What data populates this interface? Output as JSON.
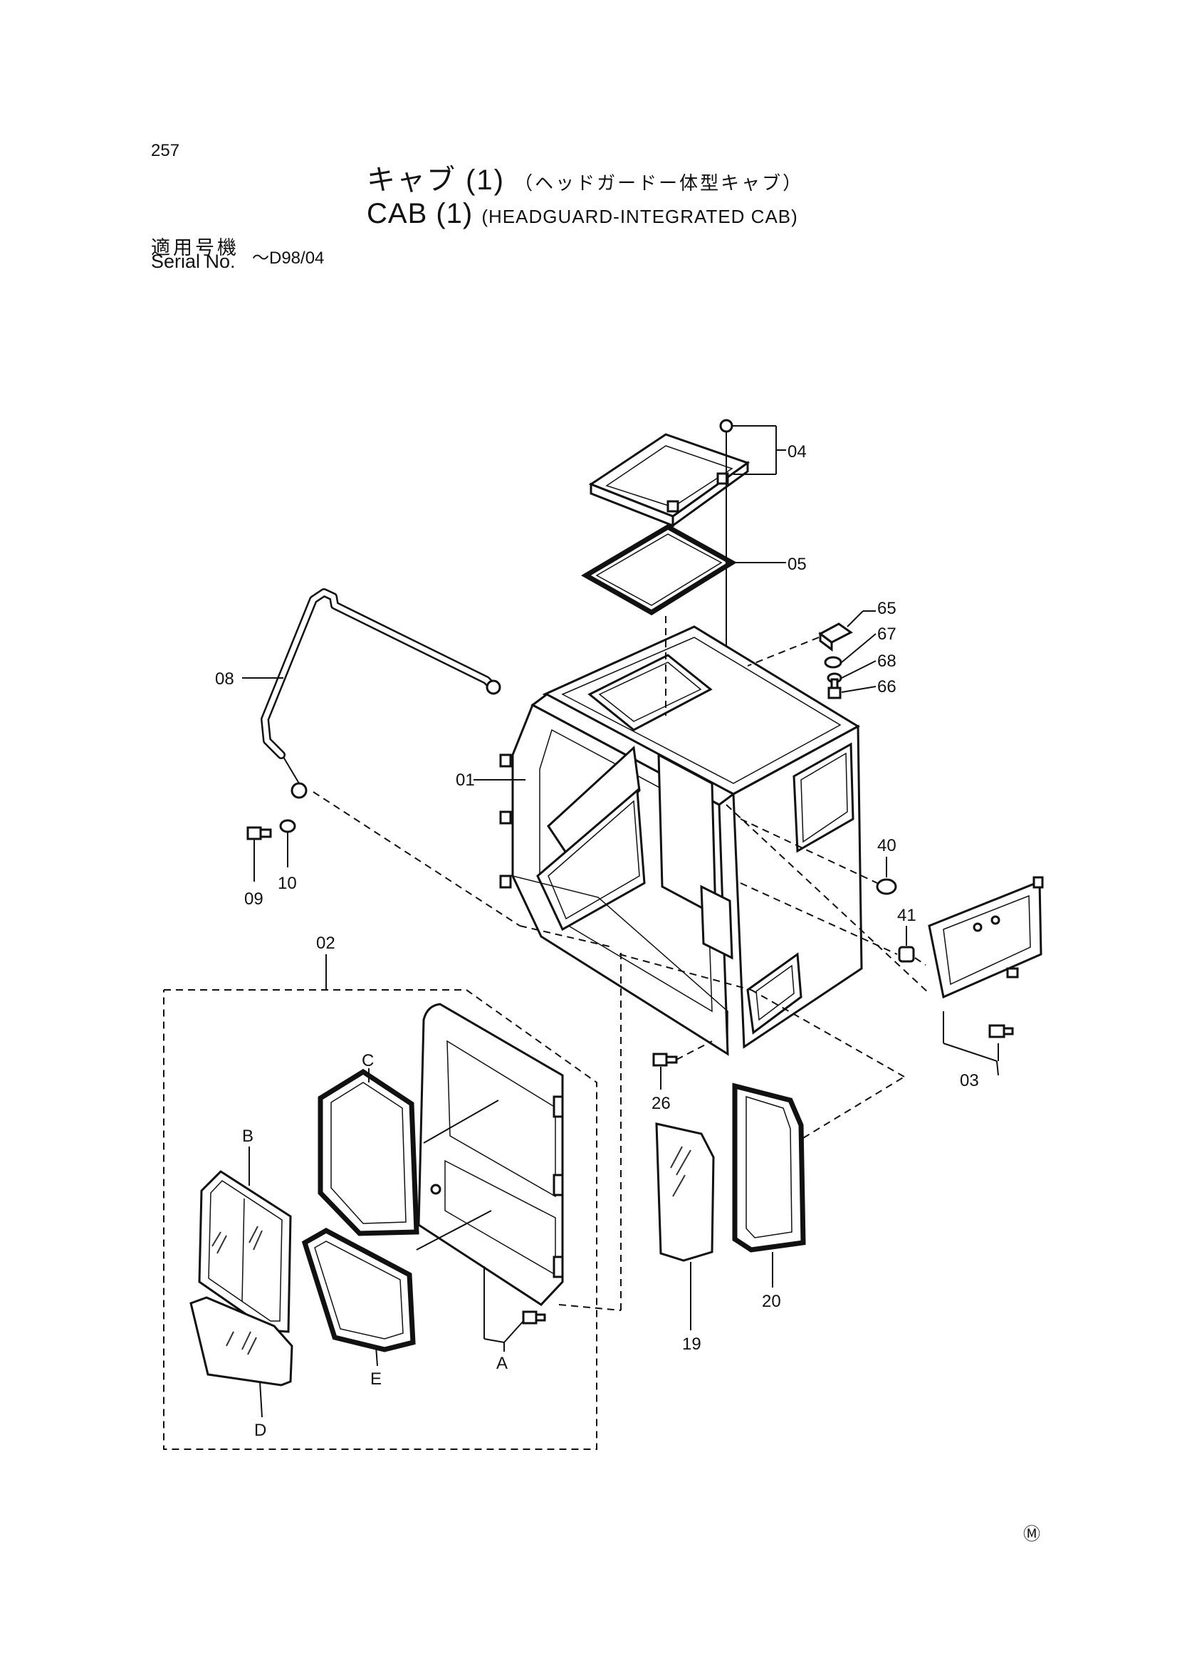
{
  "header": {
    "page_number": "257",
    "title_ja": "キャブ (1)",
    "title_ja_sub": "（ヘッドガードー体型キャブ）",
    "title_en": "CAB (1)",
    "title_en_sub": "(HEADGUARD-INTEGRATED CAB)",
    "serial_label_ja": "適用号機",
    "serial_label_en": "Serial No.",
    "serial_range": "～D98/04"
  },
  "callouts": {
    "p01": "01",
    "p02": "02",
    "p03": "03",
    "p04": "04",
    "p05": "05",
    "p08": "08",
    "p09": "09",
    "p10": "10",
    "p19": "19",
    "p20": "20",
    "p26": "26",
    "p40": "40",
    "p41": "41",
    "p65": "65",
    "p66": "66",
    "p67": "67",
    "p68": "68",
    "a": "A",
    "b": "B",
    "c": "C",
    "d": "D",
    "e": "E"
  },
  "footer_mark": "Ⓜ"
}
